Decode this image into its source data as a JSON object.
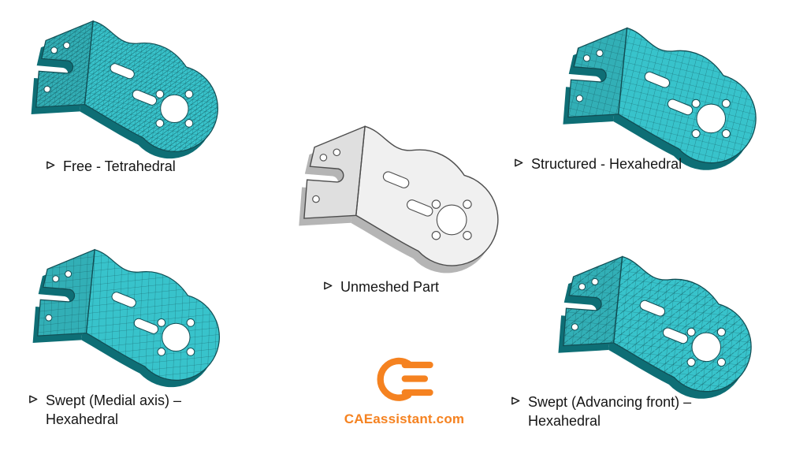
{
  "panels": [
    {
      "id": "free-tetrahedral",
      "bullet": "➢",
      "label": "Free - Tetrahedral"
    },
    {
      "id": "structured-hexahedral",
      "bullet": "➢",
      "label": "Structured - Hexahedral"
    },
    {
      "id": "unmeshed-part",
      "bullet": "➢",
      "label": "Unmeshed Part"
    },
    {
      "id": "swept-medial-axis",
      "bullet": "➢",
      "label": "Swept (Medial axis) –",
      "label2": "Hexahedral"
    },
    {
      "id": "swept-advancing-front",
      "bullet": "➢",
      "label": "Swept (Advancing front) –",
      "label2": "Hexahedral"
    }
  ],
  "logo": {
    "text": "CAEassistant.com"
  },
  "colors": {
    "mesh_fill": "#38C3CB",
    "mesh_line": "#114E54",
    "mesh_rim": "#0E6E75",
    "unmeshed_fill": "#F0F0F0",
    "unmeshed_edge": "#4D4D4D",
    "unmeshed_rim": "#B5B5B5",
    "label_text": "#151515",
    "logo_orange": "#F58220"
  }
}
